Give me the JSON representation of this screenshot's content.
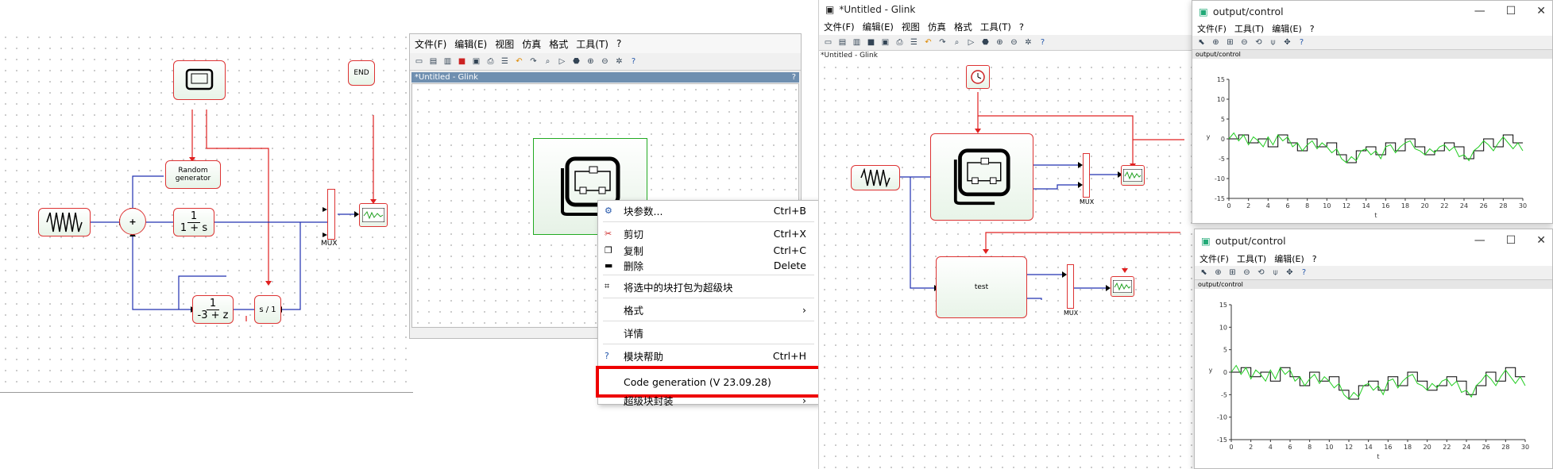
{
  "left_diagram": {
    "blocks": {
      "random_gen": "Random\ngenerator",
      "end": "END",
      "tf1_num": "1",
      "tf1_den": "1 + s",
      "tf2_num": "1",
      "tf2_den": "-3 + z",
      "delay": "s / 1",
      "sum": "+",
      "mux": "MUX"
    }
  },
  "mid_window": {
    "menu": [
      "文件(F)",
      "编辑(E)",
      "视图",
      "仿真",
      "格式",
      "工具(T)",
      "?"
    ],
    "subtitle": "*Untitled - Glink",
    "subtitle_q": "?"
  },
  "context_menu": {
    "items": [
      {
        "label": "块参数...",
        "shortcut": "Ctrl+B",
        "icon": "gear-icon"
      },
      {
        "label": "剪切",
        "shortcut": "Ctrl+X",
        "icon": "scissors-icon"
      },
      {
        "label": "复制",
        "shortcut": "Ctrl+C",
        "icon": "copy-icon"
      },
      {
        "label": "删除",
        "shortcut": "Delete",
        "icon": "delete-icon"
      },
      {
        "label": "将选中的块打包为超级块",
        "shortcut": "",
        "icon": "superblock-icon"
      },
      {
        "label": "格式",
        "shortcut": "›",
        "icon": ""
      },
      {
        "label": "详情",
        "shortcut": "",
        "icon": ""
      },
      {
        "label": "模块帮助",
        "shortcut": "Ctrl+H",
        "icon": "help-icon"
      },
      {
        "label": "Code generation (V 23.09.28)",
        "shortcut": "",
        "icon": ""
      },
      {
        "label": "超级块封装",
        "shortcut": "›",
        "icon": ""
      }
    ]
  },
  "right_window": {
    "title": "*Untitled - Glink",
    "menu": [
      "文件(F)",
      "编辑(E)",
      "视图",
      "仿真",
      "格式",
      "工具(T)",
      "?"
    ],
    "subtitle": "*Untitled - Glink",
    "blocks": {
      "mux1": "MUX",
      "mux2": "MUX",
      "test": "test"
    }
  },
  "plot_top": {
    "title": "output/control",
    "menu": [
      "文件(F)",
      "工具(T)",
      "编辑(E)",
      "?"
    ],
    "subtitle": "output/control",
    "ylabel": "y",
    "xlabel": "t"
  },
  "plot_bottom": {
    "title": "output/control",
    "menu": [
      "文件(F)",
      "工具(T)",
      "编辑(E)",
      "?"
    ],
    "subtitle": "output/control",
    "ylabel": "y",
    "xlabel": "t"
  },
  "chart_data": {
    "type": "line",
    "x_ticks": [
      0,
      2,
      4,
      6,
      8,
      10,
      12,
      14,
      16,
      18,
      20,
      22,
      24,
      26,
      28,
      30
    ],
    "y_ticks": [
      15,
      10,
      5,
      0,
      -5,
      -10,
      -15
    ],
    "xlim": [
      0,
      30
    ],
    "ylim": [
      -15,
      15
    ],
    "xlabel": "t",
    "ylabel": "y",
    "series": [
      {
        "color": "#000000",
        "x": [
          0,
          1,
          1,
          2,
          2,
          3,
          3,
          4,
          4,
          5,
          5,
          6,
          6,
          7,
          7,
          8,
          8,
          9,
          9,
          10,
          10,
          11,
          11,
          12,
          12,
          13,
          13,
          14,
          14,
          15,
          15,
          16,
          16,
          17,
          17,
          18,
          18,
          19,
          19,
          20,
          20,
          21,
          21,
          22,
          22,
          23,
          23,
          24,
          24,
          25,
          25,
          26,
          26,
          27,
          27,
          28,
          28,
          29,
          29,
          30
        ],
        "y": [
          0,
          0,
          1,
          1,
          -1,
          -1,
          0,
          0,
          -2,
          -2,
          1,
          1,
          -1,
          -1,
          -3,
          -3,
          0,
          0,
          -2,
          -2,
          -1,
          -1,
          -4,
          -4,
          -6,
          -6,
          -3,
          -3,
          -2,
          -2,
          -4,
          -4,
          -1,
          -1,
          -3,
          -3,
          0,
          0,
          -2,
          -2,
          -4,
          -4,
          -3,
          -3,
          -1,
          -1,
          -2,
          -2,
          -5,
          -5,
          -3,
          -3,
          0,
          0,
          -2,
          -2,
          1,
          1,
          -1,
          -1
        ]
      },
      {
        "color": "#22cc22",
        "x": [
          0,
          0.5,
          1,
          1.5,
          2,
          2.5,
          3,
          3.5,
          4,
          4.5,
          5,
          5.5,
          6,
          6.5,
          7,
          7.5,
          8,
          8.5,
          9,
          9.5,
          10,
          10.5,
          11,
          11.5,
          12,
          12.5,
          13,
          13.5,
          14,
          14.5,
          15,
          15.5,
          16,
          16.5,
          17,
          17.5,
          18,
          18.5,
          19,
          19.5,
          20,
          20.5,
          21,
          21.5,
          22,
          22.5,
          23,
          23.5,
          24,
          24.5,
          25,
          25.5,
          26,
          26.5,
          27,
          27.5,
          28,
          28.5,
          29,
          29.5,
          30
        ],
        "y": [
          0,
          1.5,
          -0.5,
          1,
          -1.5,
          0.5,
          -0.5,
          -2,
          0.5,
          -1.5,
          1,
          -0.5,
          0.5,
          -2,
          -1,
          -3,
          -1.5,
          -0.5,
          -2.5,
          -1,
          -2,
          -3.5,
          -2.5,
          -5,
          -6,
          -4.5,
          -5.5,
          -3,
          -2.5,
          -4,
          -3,
          -5,
          -2,
          -1.5,
          -3.5,
          -2,
          -1,
          -0.5,
          -2.5,
          -3,
          -4,
          -2.5,
          -3.5,
          -2,
          -1.5,
          -3,
          -2,
          -4.5,
          -4,
          -5.5,
          -3,
          -2,
          -0.5,
          -1.5,
          -3,
          -1,
          0.5,
          -1,
          -2.5,
          -1,
          -3
        ]
      }
    ]
  }
}
